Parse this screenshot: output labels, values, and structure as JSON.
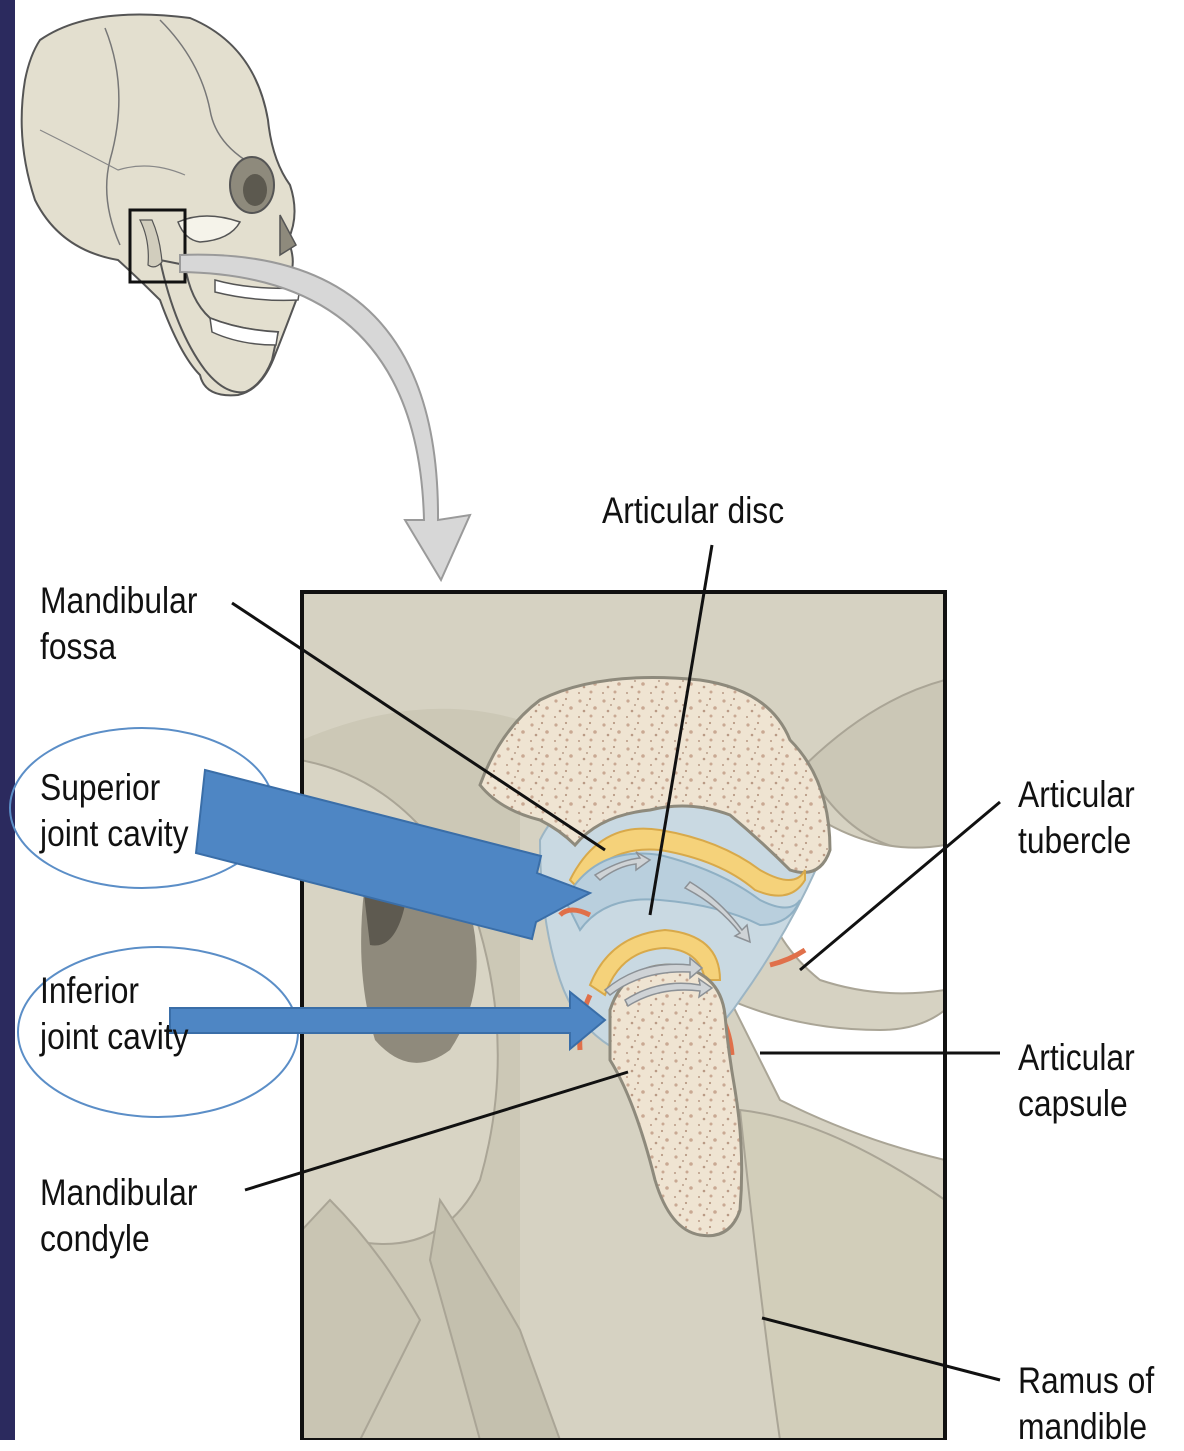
{
  "labels": {
    "articular_disc": "Articular disc",
    "mandibular_fossa": [
      "Mandibular",
      "fossa"
    ],
    "superior_joint_cavity": [
      "Superior",
      "joint cavity"
    ],
    "inferior_joint_cavity": [
      "Inferior",
      "joint cavity"
    ],
    "mandibular_condyle": [
      "Mandibular",
      "condyle"
    ],
    "articular_tubercle": [
      "Articular",
      "tubercle"
    ],
    "articular_capsule": [
      "Articular",
      "capsule"
    ],
    "ramus_of_mandible": [
      "Ramus of",
      "mandible"
    ]
  },
  "colors": {
    "slide_bar": "#2b2a5e",
    "bone": "#e4dfcd",
    "panel_bg": "#d6d2c2",
    "capsule": "#c9d9e2",
    "cartilage": "#f5d27a",
    "synovial_red": "#e0704a",
    "callout_arrow": "#5b8ec7",
    "callout_ellipse": "#5b8ec7"
  },
  "icons": {
    "skull": "skull-illustration",
    "zoom_arrow": "curved-gray-arrow"
  }
}
